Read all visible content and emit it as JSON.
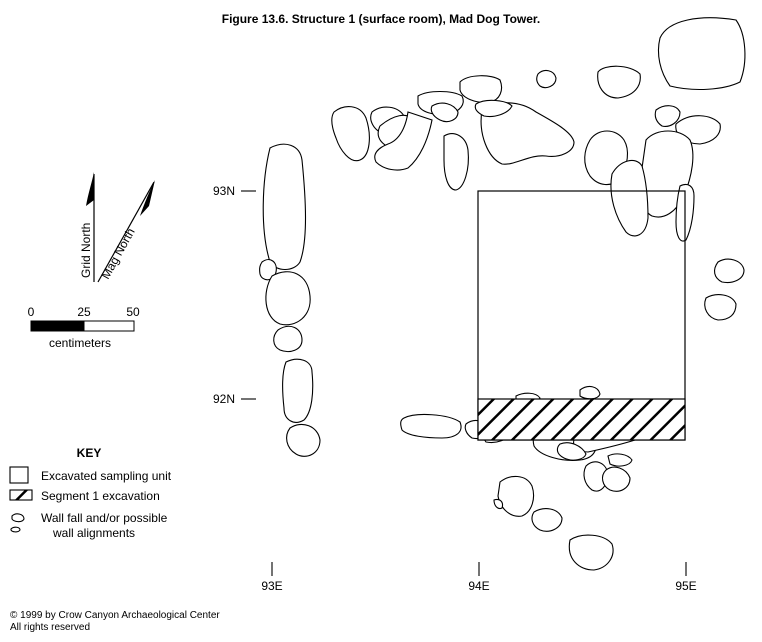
{
  "figure": {
    "title": "Figure 13.6.  Structure 1 (surface room), Mad Dog Tower."
  },
  "grid": {
    "northings": [
      "93N",
      "92N"
    ],
    "eastings": [
      "93E",
      "94E",
      "95E"
    ]
  },
  "compass": {
    "grid_north": "Grid North",
    "mag_north": "Mag North"
  },
  "scale_bar": {
    "ticks": [
      "0",
      "25",
      "50"
    ],
    "unit": "centimeters"
  },
  "key": {
    "title": "KEY",
    "items": [
      {
        "label": "Excavated sampling unit"
      },
      {
        "label": "Segment 1 excavation"
      },
      {
        "label_line1": "Wall fall and/or possible",
        "label_line2": "wall alignments"
      }
    ]
  },
  "copyright": {
    "line1": "© 1999 by Crow Canyon Archaeological Center",
    "line2": "All rights reserved"
  }
}
